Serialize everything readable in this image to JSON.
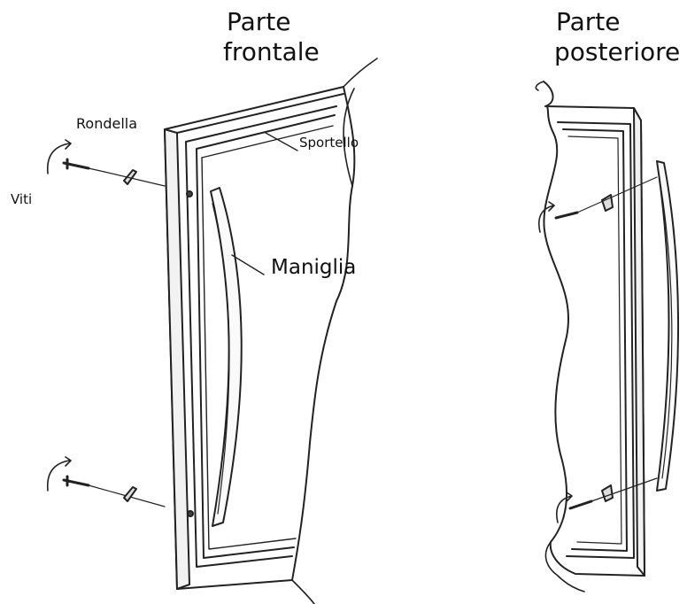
{
  "labels": {
    "front_title_line1": "Parte",
    "front_title_line2": "frontale",
    "back_title_line1": "Parte",
    "back_title_line2": "posteriore",
    "washer": "Rondella",
    "door": "Sportello",
    "screws": "Viti",
    "handle": "Maniglia"
  }
}
